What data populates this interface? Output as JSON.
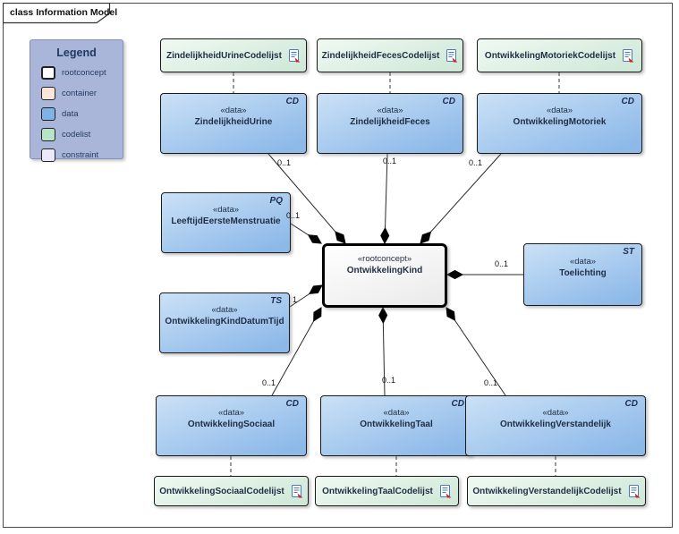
{
  "frame": {
    "title": "class Information Model"
  },
  "legend": {
    "title": "Legend",
    "background": "#a9b6d9",
    "items": [
      {
        "label": "rootconcept",
        "color": "#ffffff"
      },
      {
        "label": "container",
        "color": "#fbe5d6"
      },
      {
        "label": "data",
        "color": "#7eb3e6"
      },
      {
        "label": "codelist",
        "color": "#b9e3c9"
      },
      {
        "label": "constraint",
        "color": "#eceafa"
      }
    ]
  },
  "colors": {
    "data_fill_light": "#cbe1f6",
    "data_fill_dark": "#8db9e9",
    "codelist_fill_light": "#f0f9f2",
    "codelist_fill_dark": "#cfe8d8",
    "root_fill": "#f2f2f2",
    "connector": "#000000",
    "doc_icon_blue": "#4a78b8",
    "doc_icon_red": "#cc2222"
  },
  "root": {
    "stereotype": "«rootconcept»",
    "name": "OntwikkelingKind"
  },
  "data_boxes": [
    {
      "stereotype": "«data»",
      "name": "ZindelijkheidUrine",
      "type": "CD"
    },
    {
      "stereotype": "«data»",
      "name": "ZindelijkheidFeces",
      "type": "CD"
    },
    {
      "stereotype": "«data»",
      "name": "OntwikkelingMotoriek",
      "type": "CD"
    },
    {
      "stereotype": "«data»",
      "name": "LeeftijdEersteMenstruatie",
      "type": "PQ"
    },
    {
      "stereotype": "«data»",
      "name": "OntwikkelingKindDatumTijd",
      "type": "TS"
    },
    {
      "stereotype": "«data»",
      "name": "Toelichting",
      "type": "ST"
    },
    {
      "stereotype": "«data»",
      "name": "OntwikkelingSociaal",
      "type": "CD"
    },
    {
      "stereotype": "«data»",
      "name": "OntwikkelingTaal",
      "type": "CD"
    },
    {
      "stereotype": "«data»",
      "name": "OntwikkelingVerstandelijk",
      "type": "CD"
    }
  ],
  "codelists": [
    {
      "name": "ZindelijkheidUrineCodelijst"
    },
    {
      "name": "ZindelijkheidFecesCodelijst"
    },
    {
      "name": "OntwikkelingMotoriekCodelijst"
    },
    {
      "name": "OntwikkelingSociaalCodelijst"
    },
    {
      "name": "OntwikkelingTaalCodelijst"
    },
    {
      "name": "OntwikkelingVerstandelijkCodelijst"
    }
  ],
  "edges": [
    {
      "from": "ZindelijkheidUrine",
      "to": "OntwikkelingKind",
      "kind": "composition",
      "multiplicity": "0..1"
    },
    {
      "from": "ZindelijkheidFeces",
      "to": "OntwikkelingKind",
      "kind": "composition",
      "multiplicity": "0..1"
    },
    {
      "from": "OntwikkelingMotoriek",
      "to": "OntwikkelingKind",
      "kind": "composition",
      "multiplicity": "0..1"
    },
    {
      "from": "LeeftijdEersteMenstruatie",
      "to": "OntwikkelingKind",
      "kind": "composition",
      "multiplicity": "0..1"
    },
    {
      "from": "OntwikkelingKindDatumTijd",
      "to": "OntwikkelingKind",
      "kind": "composition",
      "multiplicity": "1"
    },
    {
      "from": "Toelichting",
      "to": "OntwikkelingKind",
      "kind": "composition",
      "multiplicity": "0..1"
    },
    {
      "from": "OntwikkelingSociaal",
      "to": "OntwikkelingKind",
      "kind": "composition",
      "multiplicity": "0..1"
    },
    {
      "from": "OntwikkelingTaal",
      "to": "OntwikkelingKind",
      "kind": "composition",
      "multiplicity": "0..1"
    },
    {
      "from": "OntwikkelingVerstandelijk",
      "to": "OntwikkelingKind",
      "kind": "composition",
      "multiplicity": "0..1"
    }
  ],
  "codelist_links": [
    {
      "from": "ZindelijkheidUrineCodelijst",
      "to": "ZindelijkheidUrine",
      "style": "dashed"
    },
    {
      "from": "ZindelijkheidFecesCodelijst",
      "to": "ZindelijkheidFeces",
      "style": "dashed"
    },
    {
      "from": "OntwikkelingMotoriekCodelijst",
      "to": "OntwikkelingMotoriek",
      "style": "dashed"
    },
    {
      "from": "OntwikkelingSociaalCodelijst",
      "to": "OntwikkelingSociaal",
      "style": "dashed"
    },
    {
      "from": "OntwikkelingTaalCodelijst",
      "to": "OntwikkelingTaal",
      "style": "dashed"
    },
    {
      "from": "OntwikkelingVerstandelijkCodelijst",
      "to": "OntwikkelingVerstandelijk",
      "style": "dashed"
    }
  ]
}
